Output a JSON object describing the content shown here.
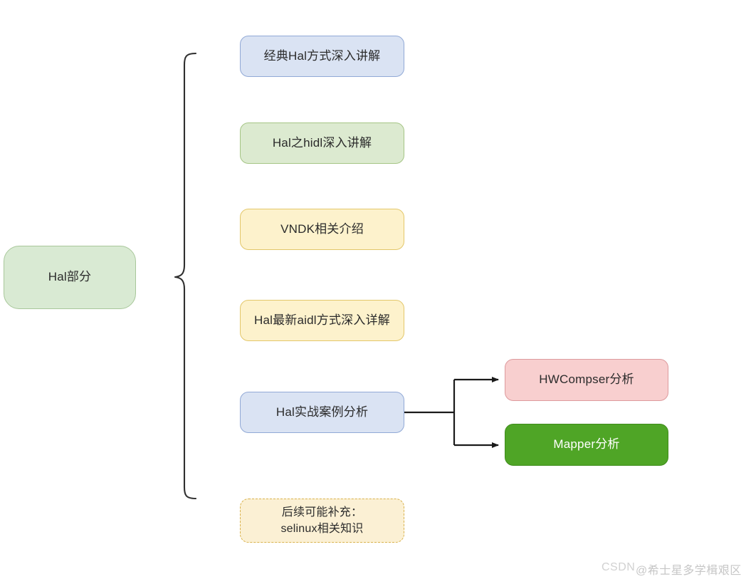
{
  "diagram": {
    "root": {
      "label": "Hal部分",
      "color": "#d9ead3"
    },
    "brace": {
      "name": "curly-brace-connector"
    },
    "branches": [
      {
        "label": "经典Hal方式深入讲解",
        "color": "#dae3f3"
      },
      {
        "label": "Hal之hidl深入讲解",
        "color": "#dcead0"
      },
      {
        "label": "VNDK相关介绍",
        "color": "#fdf2cc"
      },
      {
        "label": "Hal最新aidl方式深入详解",
        "color": "#fdf2cc"
      },
      {
        "label": "Hal实战案例分析",
        "color": "#dae3f3"
      },
      {
        "label": "后续可能补充：\nselinux相关知识",
        "color": "#fbf0d4"
      }
    ],
    "leaves": [
      {
        "label": "HWCompser分析",
        "color": "#f8cfcf"
      },
      {
        "label": "Mapper分析",
        "color": "#4fa526"
      }
    ]
  },
  "watermark": {
    "primary": "CSDN",
    "secondary": "@希士星多学楫艰区"
  }
}
